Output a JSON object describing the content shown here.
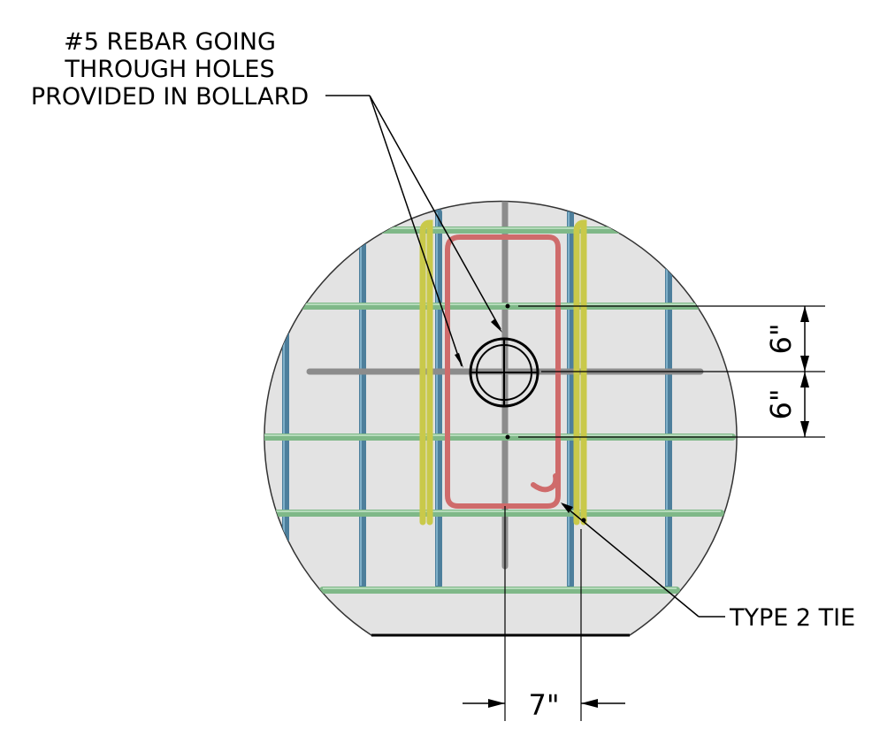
{
  "callout_rebar": {
    "line1": "#5 REBAR GOING",
    "line2": "THROUGH HOLES",
    "line3": "PROVIDED IN BOLLARD"
  },
  "callout_tie": "TYPE 2 TIE",
  "dimensions": {
    "vertical_upper": "6\"",
    "vertical_lower": "6\"",
    "horizontal": "7\""
  },
  "colors": {
    "concrete": "#e3e3e3",
    "green_bar": "#8fc596",
    "blue_bar": "#5f8fab",
    "yellow_bar": "#cfcf57",
    "red_bar": "#cc6a6a",
    "gray_bar": "#9a9a9a"
  },
  "icons": [
    "bollard-hole-icon"
  ]
}
